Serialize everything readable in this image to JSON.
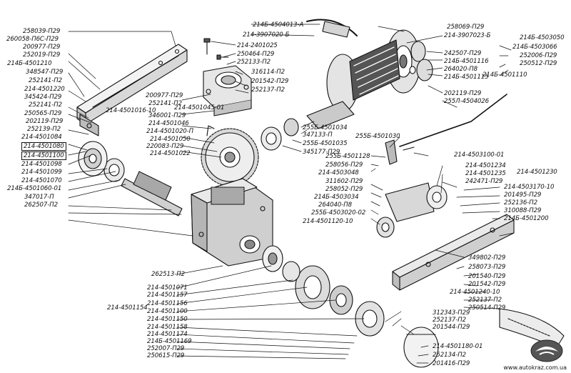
{
  "labels": {
    "l01": "258039-П29",
    "l02": "260058-П6С-П29",
    "l03": "200977-П29",
    "l04": "252019-П29",
    "l05": "214Б-4501210",
    "l06": "348547-П29",
    "l07": "252141-П2",
    "l08": "214-4501220",
    "l09": "345424-П29",
    "l10": "252141-П2",
    "l11": "250565-П29",
    "l12": "202119-П29",
    "l13": "252139-П2",
    "l14": "214-4501084",
    "l15": "214-4501080",
    "l16": "214-4501100",
    "l17": "214-4501098",
    "l18": "214-4501099",
    "l19": "214-4501070",
    "l20": "214Б-4501060-01",
    "l21": "347017-П",
    "l22": "262507-П2",
    "l23": "214-4501016-10",
    "l24": "214Б-4504013-А",
    "l25": "214-3907020-Б",
    "l26": "214-2401025",
    "l27": "250464-П29",
    "l28": "252133-П2",
    "l29": "316114-П2",
    "l30": "201542-П29",
    "l31": "252137-П2",
    "l32": "200977-П29",
    "l33": "252141-П2",
    "l34": "214-4501045-01",
    "l35": "346001-П29",
    "l36": "214-4501046",
    "l37": "214-4501020-П",
    "l38": "214-4501050",
    "l39": "220083-П29",
    "l40": "214-4501022",
    "l41": "255Б-4501034",
    "l42": "347133-П",
    "l43": "255Б-4501035",
    "l44": "345177-П29",
    "l45": "258069-П29",
    "l46": "214-3907023-Б",
    "l47": "242507-П29",
    "l48": "214Б-4501116",
    "l49": "264020-П8",
    "l50": "214Б-4501115",
    "l51": "202119-П29",
    "l52": "255Л-4504026",
    "l53": "214Б-4503050",
    "l54": "214Б-4503066",
    "l55": "252006-П29",
    "l56": "250512-П29",
    "l57": "214Б-4501110",
    "l58": "255Б-4501030",
    "l59": "255Б-4501128",
    "l60": "258056-П29",
    "l61": "214-4503048",
    "l62": "311602-П29",
    "l63": "258052-П29",
    "l64": "214Б-4503034",
    "l65": "264040-П8",
    "l66": "255Б-4503020-02",
    "l67": "214-4501120-10",
    "l68": "214-4503100-01",
    "l69": "214-4501234",
    "l70": "214-4501235",
    "l71": "242471-П29",
    "l72": "214-4501230",
    "l73": "214-4503170-10",
    "l74": "201495-П29",
    "l75": "252136-П2",
    "l76": "310088-П29",
    "l77": "214Б-4501200",
    "l78": "349802-П29",
    "l79": "258073-П29",
    "l80": "201540-П29",
    "l81": "201542-П29",
    "l82": "214-4501240-10",
    "l83": "252137-П2",
    "l84": "250514-П29",
    "l85": "262513-П2",
    "l86": "214-4501071",
    "l87": "214-4501157",
    "l88": "214-4501156",
    "l89": "214-4501154",
    "l90": "214-4501100",
    "l91": "214-4501150",
    "l92": "214-4501158",
    "l93": "214-4501174",
    "l94": "214Б-4501169",
    "l95": "252007-П29",
    "l96": "250615-П29",
    "l97": "312343-П29",
    "l98": "252137-П2",
    "l99": "201544-П29",
    "l100": "214-4501180-01",
    "l101": "252134-П2",
    "l102": "201416-П29"
  },
  "brand": "www.autokraz.com.ua"
}
